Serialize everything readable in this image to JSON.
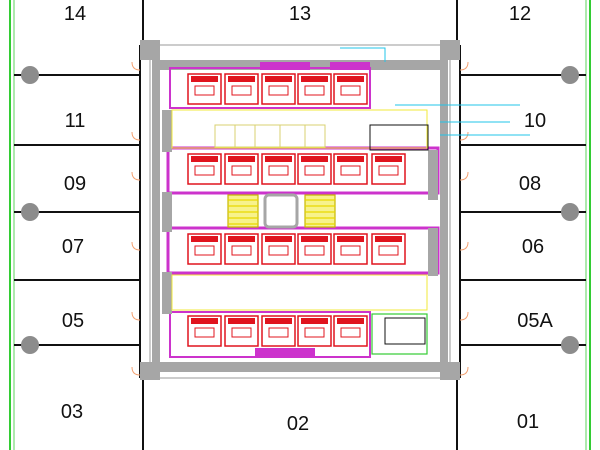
{
  "units": [
    {
      "key": "u14",
      "label": "14"
    },
    {
      "key": "u13",
      "label": "13"
    },
    {
      "key": "u12",
      "label": "12"
    },
    {
      "key": "u11",
      "label": "11"
    },
    {
      "key": "u10",
      "label": "10"
    },
    {
      "key": "u09",
      "label": "09"
    },
    {
      "key": "u08",
      "label": "08"
    },
    {
      "key": "u07",
      "label": "07"
    },
    {
      "key": "u06",
      "label": "06"
    },
    {
      "key": "u05",
      "label": "05"
    },
    {
      "key": "u05a",
      "label": "05A"
    },
    {
      "key": "u03",
      "label": "03"
    },
    {
      "key": "u02",
      "label": "02"
    },
    {
      "key": "u01",
      "label": "01"
    }
  ],
  "colors": {
    "wall": "#111111",
    "facade": "#33cc33",
    "core": "#a6a6a6",
    "core_outline": "#9a9a9a",
    "purple": "#cc33cc",
    "red": "#e0141e",
    "yellow": "#f2ea3a",
    "cyan": "#22c4e8",
    "column": "#8c8c8c",
    "text": "#111111"
  },
  "icons": {
    "column": "column-dot-icon",
    "elevator": "elevator-car-icon",
    "stair": "stair-icon",
    "door": "door-swing-icon"
  }
}
